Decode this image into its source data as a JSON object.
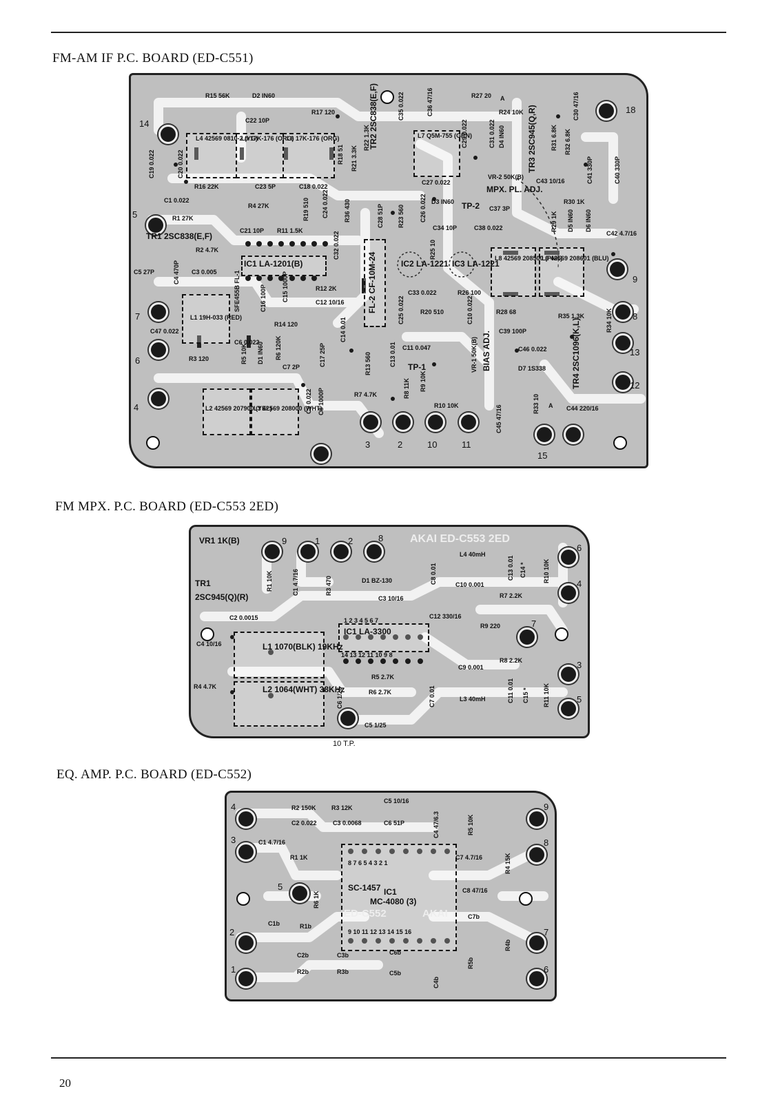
{
  "page_number": "20",
  "sections": [
    {
      "title": "FM-AM IF P.C. BOARD (ED-C551)",
      "labels": {
        "tr1": "TR1 2SC838(E,F)",
        "tr2": "TR2 2SC838(E,F)",
        "tr3": "TR3 2SC945(Q,R)",
        "tr4": "TR4 2SC1096(K,L)",
        "ic1": "IC1 LA-1201(B)",
        "ic2": "IC2 LA-1221",
        "ic3": "IC3 LA-1221",
        "fl2": "FL-2 CF-10M-24",
        "fl1": "SFE455B FL-1",
        "l1": "L1 19H-033 (RED)",
        "l2": "L2 42569 207900 (YEL)",
        "l3": "L3 42569 208000 (WHT)",
        "l4": "L4 42569 0810-2 (YG)",
        "l5": "L5 17K-176 (ORG)",
        "l6": "L6 17K-176 (ORG)",
        "l7": "L7 Q5M-755 (GRN)",
        "l8": "L8 42569 208500 (PNK)",
        "l9": "L9 42569 208601 (BLU)",
        "r15": "R15 56K",
        "d2": "D2 IN60",
        "c22": "C22 10P",
        "r17": "R17 120",
        "r27": "R27 20",
        "r24": "R24 10K",
        "c35": "C35 0.022",
        "c36": "C36 47/16",
        "c30": "C30 47/16",
        "r16": "R16 22K",
        "c23": "C23 5P",
        "c18": "C18 0.022",
        "c1": "C1 0.022",
        "r4": "R4 27K",
        "r1": "R1 27K",
        "r2": "R2 4.7K",
        "c21": "C21 10P",
        "r11": "R11 1.5K",
        "r19": "R19 510",
        "c24": "C24 0.022",
        "r36": "R36 430",
        "c3": "C3 0.005",
        "c4": "C4 470P",
        "c5": "C5 27P",
        "r12": "R12 2K",
        "c12": "C12 10/16",
        "c16": "C16 100P",
        "c15": "C15 1000P",
        "r14": "R14 120",
        "c6": "C6 0.022",
        "r5": "R5 10K",
        "d1": "D1 IN60",
        "r6": "R6 120K",
        "c7": "C7 2P",
        "r3": "R3 120",
        "c17": "C17 25P",
        "c47": "C47 0.022",
        "c9": "C9 0.022",
        "c8": "C8 1000P",
        "r7": "R7 4.7K",
        "c14": "C14 0.01",
        "r13": "R13 560",
        "c13": "C13 0.01",
        "r8": "R8 11K",
        "r9": "R9 10K",
        "r10": "R10 10K",
        "c11": "C11 0.047",
        "tp1": "TP-1",
        "tp2": "TP-2",
        "vr1": "VR-1 50K(B)",
        "bias": "BIAS ADJ.",
        "vr2": "VR-2 50K(B)",
        "mpx": "MPX. PL. ADJ.",
        "c27": "C27 0.022",
        "d3": "D3 IN60",
        "d4": "D4 IN60",
        "c37": "C37 3P",
        "c34": "C34 10P",
        "c38": "C38 0.022",
        "c28": "C28 51P",
        "r23": "R23 560",
        "c26": "C26 0.022",
        "c33": "C33 0.022",
        "r26": "R26 100",
        "r20": "R20 510",
        "r25": "R25 10",
        "c10": "C10 0.022",
        "c32": "C32 0.022",
        "r28": "R28 68",
        "c39": "C39 100P",
        "r35": "R35 1.3K",
        "r34": "R34 10K",
        "c46": "C46 0.022",
        "d7": "D7 1S338",
        "c43": "C43 10/16",
        "r30": "R30 1K",
        "r29": "R29 1K",
        "d5": "D5 IN60",
        "d6": "D6 IN60",
        "c42": "C42 4.7/16",
        "c41": "C41 330P",
        "c40": "C40 330P",
        "r31": "R31 6.8K",
        "r32": "R32 6.8K",
        "c44": "C44 220/16",
        "r33": "R33 10",
        "c45": "C45 47/16",
        "c19": "C19 0.022",
        "c20": "C20 0.022",
        "r18": "R18 51",
        "r21": "R21 3.3K",
        "r22": "R22 1.3K",
        "c29": "C29 0.022",
        "c31": "C31 0.022",
        "c25": "C25 0.022",
        "pin_a": "A",
        "pins": [
          "14",
          "5",
          "7",
          "6",
          "4",
          "3",
          "2",
          "10",
          "11",
          "15",
          "13",
          "12",
          "8",
          "9",
          "18"
        ]
      }
    },
    {
      "title": "FM MPX. P.C. BOARD (ED-C553 2ED)",
      "outside_label": "10 T.P.",
      "labels": {
        "vr1": "VR1 1K(B)",
        "tr1": "TR1",
        "tr1_type": "2SC945(Q)(R)",
        "c2": "C2 0.0015",
        "r1": "R1 10K",
        "c1": "C1 4.7/16",
        "r3": "R3 470",
        "d1": "D1 BZ-130",
        "c3": "C3 10/16",
        "c8": "C8 0.01",
        "l4": "L4 40mH",
        "c13": "C13 0.01",
        "c14": "C14 *",
        "r10": "R10 10K",
        "c10": "C10 0.001",
        "r7": "R7 2.2K",
        "ic1": "IC1 LA-3300",
        "ic_top": "1 2 3 4 5 6 7",
        "ic_bottom": "14 13 12 11 10 9 8",
        "c12": "C12 330/16",
        "r9": "R9 220",
        "c4": "C4 10/16",
        "l1": "L1 1070(BLK) 19KHz",
        "r4": "R4 4.7K",
        "l2": "L2 1064(WHT) 38KHz",
        "c6": "C6 1/25",
        "r5": "R5 2.7K",
        "r6": "R6 2.7K",
        "c5": "C5 1/25",
        "c7": "C7 0.01",
        "r8": "R8 2.2K",
        "c9": "C9 0.001",
        "l3": "L3 40mH",
        "c11": "C11 0.01",
        "c15": "C15 *",
        "r11": "R11 10K",
        "brand": "AKAI ED-C553 2ED",
        "pins": [
          "9",
          "1",
          "2",
          "8",
          "6",
          "4",
          "7",
          "3",
          "5"
        ]
      }
    },
    {
      "title": "EQ. AMP. P.C. BOARD (ED-C552)",
      "labels": {
        "r2": "R2 150K",
        "r3": "R3 12K",
        "c5": "C5 10/16",
        "c2": "C2 0.022",
        "c3": "C3 0.0068",
        "c6": "C6 51P",
        "c4": "C4 47/6.3",
        "r5": "R5 10K",
        "c1": "C1 4.7/16",
        "r1": "R1 1K",
        "ic_top": "8 7 6 5 4 3 2 1",
        "c7": "C7 4.7/16",
        "r4": "R4 15K",
        "r6": "R6 1K",
        "ic1": "IC1",
        "ic_type": "MC-4080 (3)",
        "sc": "SC-1457",
        "c8": "C8 47/16",
        "board_id": "ED-C552",
        "brand": "AKAI",
        "c1b": "C1b",
        "r1b": "R1b",
        "ic_bottom": "9 10 11 12 13 14 15 16",
        "c7b": "C7b",
        "r4b": "R4b",
        "c2b": "C2b",
        "c3b": "C3b",
        "c6b": "C6b",
        "r2b": "R2b",
        "r3b": "R3b",
        "c5b": "C5b",
        "c4b": "C4b",
        "r5b": "R5b",
        "pins": [
          "4",
          "3",
          "5",
          "2",
          "1",
          "9",
          "8",
          "7",
          "6"
        ]
      }
    }
  ]
}
